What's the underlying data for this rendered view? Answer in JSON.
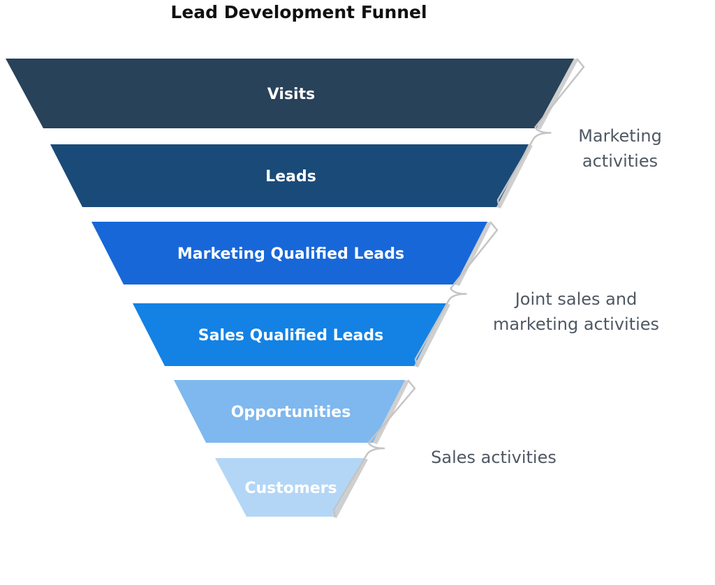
{
  "title": "Lead Development Funnel",
  "stages": [
    {
      "label": "Visits",
      "color": "#284259"
    },
    {
      "label": "Leads",
      "color": "#1a4a78"
    },
    {
      "label": "Marketing Qualified Leads",
      "color": "#1867d8"
    },
    {
      "label": "Sales Qualified Leads",
      "color": "#1382e4"
    },
    {
      "label": "Opportunities",
      "color": "#7eb8ee"
    },
    {
      "label": "Customers",
      "color": "#b3d6f6"
    }
  ],
  "groups": [
    {
      "lines": [
        "Marketing",
        "activities"
      ]
    },
    {
      "lines": [
        "Joint sales and",
        "marketing activities"
      ]
    },
    {
      "lines": [
        "Sales activities"
      ]
    }
  ],
  "colors": {
    "title": "#111111",
    "stage_text": "#ffffff",
    "group_text": "#4f5863",
    "bracket": "#c4c4c4",
    "shadow": "#cfcfcf"
  }
}
